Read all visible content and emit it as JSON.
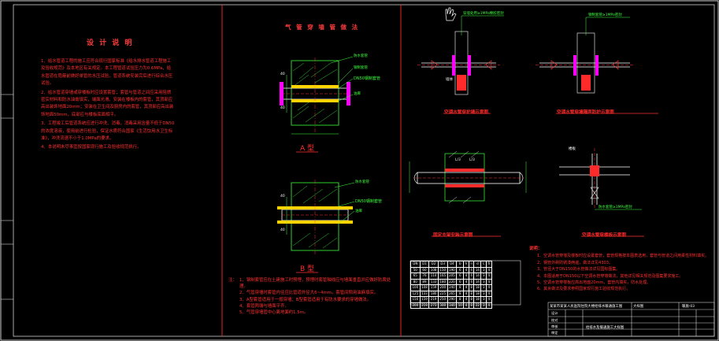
{
  "panel_left": {
    "title": "设 计 说 明",
    "notes": [
      "1、给水管道工程的施工应符合现行国家标准《给水排水管道工程施工及验收规范》及本地区有关规定。本工程管道试验压力为0.6MPa，给水管道在隐蔽前做好单管的水压试验，管道系统安装完后进行综合水压试验。",
      "2、给水管道穿墙或穿楼板时应设置套管；套管与管道之间应采用阻燃密实材料和防水油膏填实，端面光滑。安装在楼板内的套管，其顶部应高出装饰地面20mm；安装在卫生间及厨房内的套管，其顶部应高出装饰地面50mm，底部应与楼板底面相平。",
      "3、工程竣工后管道系统应进行冲洗、消毒，消毒采用含量不低于DN50的浓度溶液，使用前进行检验，保证水质符合国家《生活饮用水卫生标准》，冲洗流速不小于1.0MPa的要求。",
      "4、本说明未尽事宜按国家现行施工及验收规范执行。"
    ]
  },
  "panel_mid": {
    "title": "气 管 穿 墙 管 做 法",
    "detail_a_label": "A 型",
    "detail_b_label": "B 型",
    "callouts_a": [
      "防水套管",
      "钢制套管",
      "DN50钢制套管",
      "油麻"
    ],
    "callouts_b": [
      "防水套管",
      "DN50钢制套管",
      "油麻"
    ],
    "dim_labels": [
      "40",
      "40",
      "40",
      "40"
    ],
    "notes_heading": "注：",
    "notes": [
      "1、钢制套管应在土建施工时预埋，预埋时套管轴线应与墙面垂直并应做好防腐处理。",
      "2、气管穿墙时套管内径应比管道外径大6~4mm，套管间隙用油麻填实。",
      "3、A型套管适用于一般穿墙；B型套管适用于有防水要求的穿墙做法。",
      "4、套管两端与墙面平齐。",
      "5、气管穿墙管中心离地面约1.5m。"
    ]
  },
  "panel_right": {
    "diag1_title": "空调水管穿护墙示意图",
    "diag2_title": "空调水管穿墙隔声防护示意图",
    "diag3_title": "固定支架安装示意图",
    "diag4_title": "空调水管穿楼板示意图",
    "callout_top1": "穿墙处用≥1MPa橡胶密封",
    "callout_top2": "钢制套管≥1MPa密封",
    "callout_bottom": "防水套管≥1MPa密封",
    "wall_label": "墙体",
    "floor_label": "楼板",
    "dim_lh": "L/3",
    "dim_lh2": "L/3",
    "table_headers": [
      "DN",
      "D1",
      "D2",
      "D3",
      "D4",
      "b",
      "h",
      "n",
      "d",
      "L",
      "δ"
    ],
    "table_rows": [
      [
        "50",
        "60",
        "108",
        "150",
        "190",
        "6",
        "4",
        "4",
        "14",
        "3",
        "4"
      ],
      [
        "65",
        "76",
        "114",
        "165",
        "205",
        "6",
        "4",
        "4",
        "14",
        "3",
        "4"
      ],
      [
        "80",
        "89",
        "133",
        "180",
        "220",
        "6",
        "4",
        "4",
        "14",
        "3",
        "4"
      ],
      [
        "100",
        "108",
        "159",
        "200",
        "240",
        "8",
        "4",
        "8",
        "18",
        "3",
        "4"
      ],
      [
        "125",
        "133",
        "180",
        "225",
        "265",
        "8",
        "4",
        "8",
        "18",
        "3",
        "4"
      ],
      [
        "150",
        "159",
        "219",
        "250",
        "290",
        "8",
        "4",
        "8",
        "18",
        "3",
        "4"
      ],
      [
        "200",
        "219",
        "273",
        "300",
        "340",
        "10",
        "4",
        "8",
        "22",
        "3",
        "4"
      ]
    ],
    "notes_heading": "说明：",
    "notes": [
      "1、空调水管穿墙及楼板时应设置套管，套管规格按本图表选用，套管与管道之间用柔性材料填实。",
      "2、钢管外刷防锈漆两遍，做法详见4303。",
      "3、管径大于DN150的水管做法详见国标图集。",
      "4、本图适用于DN150以下空调水管穿墙做法，其他详见相关规范及图集要求施工。",
      "5、空调水管穿楼板应高出地面20mm，套管内填实，防水处理。",
      "6、其余做法及要求参照国家现行施工验收规范执行。"
    ]
  },
  "title_block": {
    "project": "某某市某某人民医院住院大楼给排水暖通施工图",
    "drawing": "大样图",
    "drawing_name": "给排水及暖通施工大样图",
    "col_labels": [
      "设计",
      "校对",
      "审核",
      "审定"
    ],
    "code": "暖施-03"
  }
}
